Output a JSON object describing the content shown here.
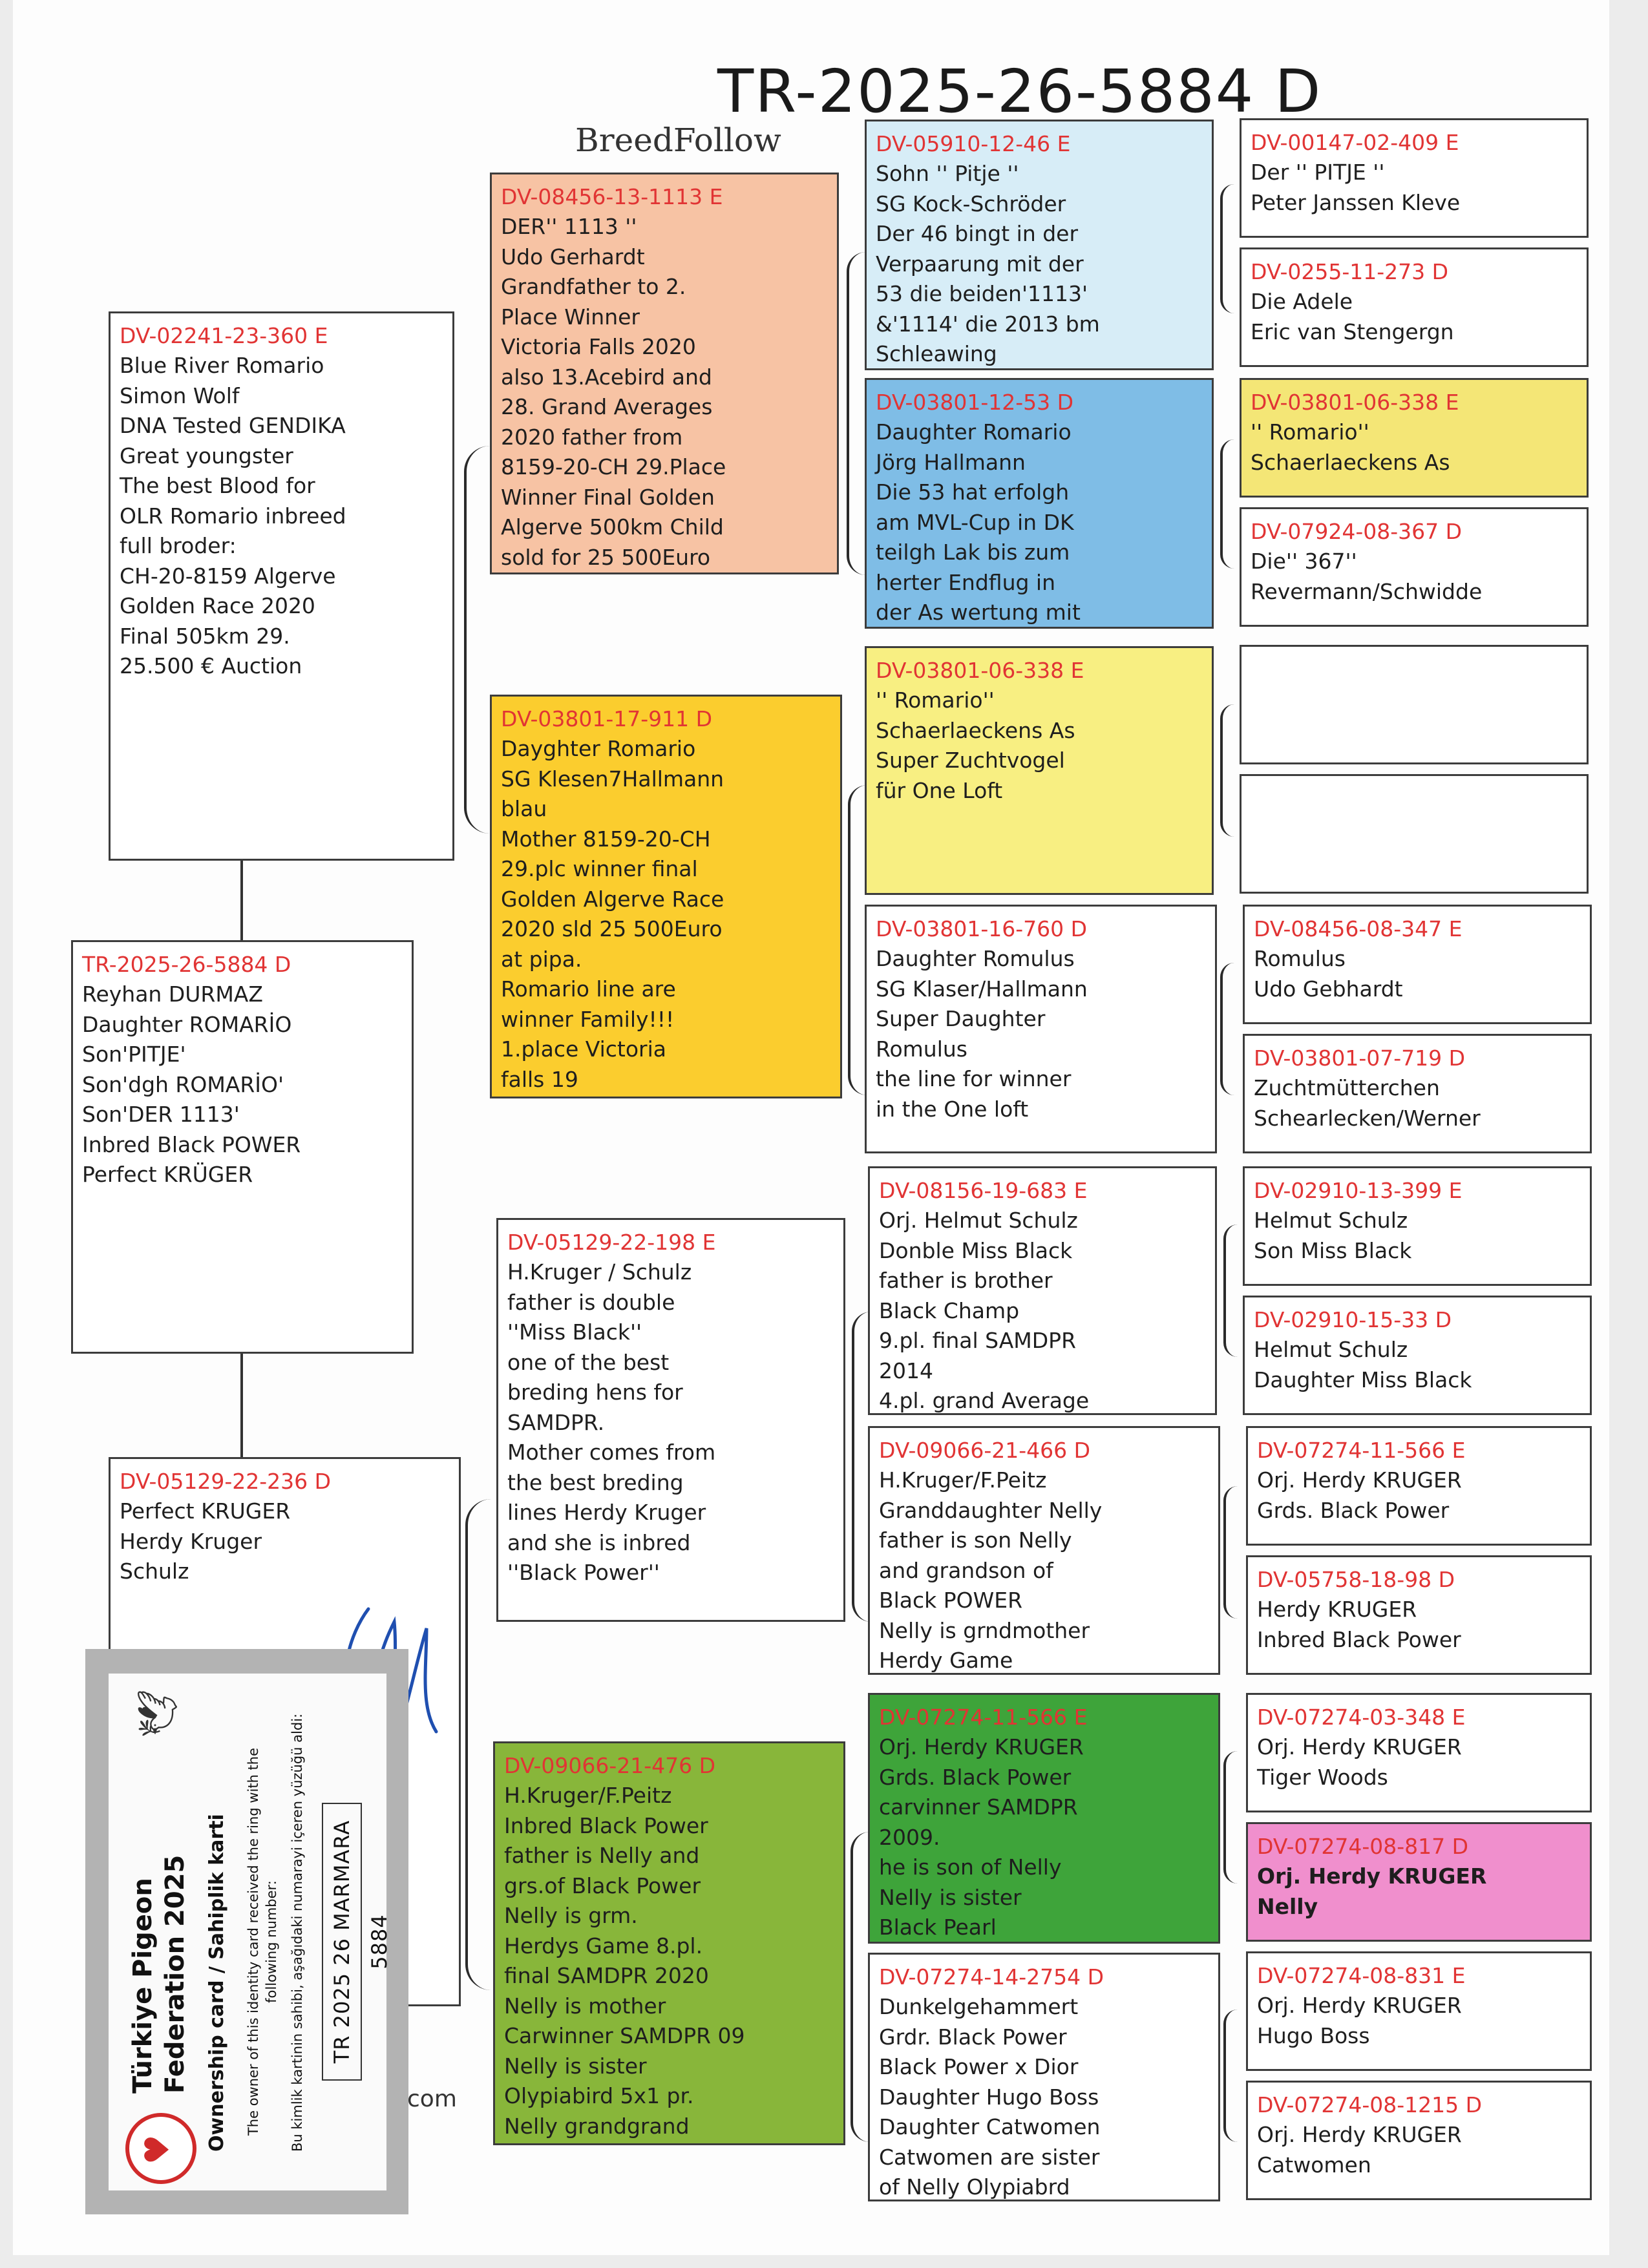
{
  "header": {
    "title": "TR-2025-26-5884 D",
    "brand": "BreedFollow"
  },
  "subject": {
    "ring": "TR-2025-26-5884 D",
    "lines": [
      "Reyhan DURMAZ",
      "Daughter ROMARİO",
      "Son'PITJE'",
      "Son'dgh ROMARİO'",
      "Son'DER 1113'",
      "Inbred Black POWER",
      "Perfect KRÜGER"
    ]
  },
  "sire": {
    "ring": "DV-02241-23-360 E",
    "lines": [
      "Blue River Romario",
      "Simon Wolf",
      "DNA Tested GENDIKA",
      "Great youngster",
      "The best Blood for",
      "OLR Romario inbreed",
      "full broder:",
      "CH-20-8159 Algerve",
      "Golden Race 2020",
      "Final 505km  29.",
      "25.500 € Auction"
    ]
  },
  "dam": {
    "ring": "DV-05129-22-236 D",
    "lines": [
      "Perfect KRUGER",
      "Herdy Kruger",
      "Schulz"
    ]
  },
  "gen2": {
    "ss": {
      "ring": "DV-08456-13-1113 E",
      "lines": [
        "DER'' 1113 ''",
        "Udo Gerhardt",
        "Grandfather to 2.",
        "Place Winner",
        "Victoria Falls 2020",
        "also 13.Acebird and",
        "28. Grand Averages",
        "2020 father from",
        "8159-20-CH 29.Place",
        "Winner Final Golden",
        "Algerve 500km Child",
        "sold for 25 500Euro"
      ]
    },
    "sd": {
      "ring": "DV-03801-17-911 D",
      "lines": [
        "Dayghter Romario",
        "SG Klesen7Hallmann",
        "blau",
        "Mother 8159-20-CH",
        "29.plc winner final",
        "Golden Algerve Race",
        "2020 sld 25 500Euro",
        "at pipa.",
        "Romario line are",
        "winner Family!!!",
        "1.place Victoria",
        "falls 19"
      ]
    },
    "ds": {
      "ring": "DV-05129-22-198 E",
      "lines": [
        "H.Kruger / Schulz",
        "father is double",
        "''Miss Black''",
        "one of the best",
        "breding hens for",
        "SAMDPR.",
        "Mother comes from",
        "the best breding",
        "lines Herdy Kruger",
        "and she is inbred",
        "''Black Power''"
      ]
    },
    "dd": {
      "ring": "DV-09066-21-476 D",
      "lines": [
        "H.Kruger/F.Peitz",
        "Inbred Black Power",
        "father is Nelly and",
        "grs.of Black Power",
        "Nelly is grm.",
        "Herdys Game 8.pl.",
        "final SAMDPR 2020",
        "Nelly is mother",
        "Carwinner SAMDPR 09",
        "Nelly is sister",
        "Olypiabird 5x1 pr.",
        "Nelly grandgrand"
      ]
    }
  },
  "gen3": [
    {
      "ring": "DV-05910-12-46 E",
      "lines": [
        "Sohn '' Pitje ''",
        "SG Kock-Schröder",
        "Der 46 bingt in der",
        "Verpaarung mit der",
        "53 die beiden'1113'",
        "&'1114' die 2013 bm",
        "Schleawing"
      ]
    },
    {
      "ring": "DV-03801-12-53 D",
      "lines": [
        "Daughter Romario",
        "Jörg Hallmann",
        "Die 53 hat erfolgh",
        "am MVL-Cup in DK",
        "teilgh Lak bis zum",
        "herter Endflug in",
        "der As wertung mit"
      ]
    },
    {
      "ring": "DV-03801-06-338 E",
      "lines": [
        "'' Romario''",
        "Schaerlaeckens As",
        "Super Zuchtvogel",
        "für One Loft"
      ]
    },
    {
      "ring": "DV-03801-16-760 D",
      "lines": [
        "Daughter Romulus",
        "SG Klaser/Hallmann",
        "Super Daughter",
        "Romulus",
        "the line for winner",
        "in the One loft"
      ]
    },
    {
      "ring": "DV-08156-19-683 E",
      "lines": [
        "Orj. Helmut Schulz",
        "Donble Miss Black",
        "father is brother",
        "Black Champ",
        "9.pl. final SAMDPR",
        "2014",
        "4.pl. grand Average"
      ]
    },
    {
      "ring": "DV-09066-21-466 D",
      "lines": [
        "H.Kruger/F.Peitz",
        "Granddaughter Nelly",
        "father is son Nelly",
        "and grandson of",
        "Black POWER",
        "Nelly is grndmother",
        "Herdy Game"
      ]
    },
    {
      "ring": "DV-07274-11-566 E",
      "lines": [
        "Orj. Herdy KRUGER",
        "Grds. Black Power",
        "carvinner SAMDPR",
        "2009.",
        "he is son of Nelly",
        "Nelly is sister",
        "Black Pearl"
      ]
    },
    {
      "ring": "DV-07274-14-2754 D",
      "lines": [
        "Dunkelgehammert",
        "Grdr. Black Power",
        "Black Power x Dior",
        "Daughter Hugo Boss",
        "Daughter Catwomen",
        "Catwomen are sister",
        "of Nelly Olypiabrd"
      ]
    }
  ],
  "gen4": [
    {
      "ring": "DV-00147-02-409 E",
      "lines": [
        "Der '' PITJE ''",
        "Peter Janssen Kleve"
      ]
    },
    {
      "ring": "DV-0255-11-273 D",
      "lines": [
        "Die Adele",
        "Eric van Stengergn"
      ]
    },
    {
      "ring": "DV-03801-06-338 E",
      "lines": [
        "'' Romario''",
        "Schaerlaeckens As"
      ]
    },
    {
      "ring": "DV-07924-08-367 D",
      "lines": [
        "Die'' 367''",
        "Revermann/Schwidde"
      ]
    },
    {
      "ring": "",
      "lines": []
    },
    {
      "ring": "",
      "lines": []
    },
    {
      "ring": "DV-08456-08-347 E",
      "lines": [
        "Romulus",
        "Udo Gebhardt"
      ]
    },
    {
      "ring": "DV-03801-07-719 D",
      "lines": [
        "Zuchtmütterchen",
        "Schearlecken/Werner"
      ]
    },
    {
      "ring": "DV-02910-13-399 E",
      "lines": [
        "Helmut Schulz",
        "Son Miss Black"
      ]
    },
    {
      "ring": "DV-02910-15-33 D",
      "lines": [
        "Helmut Schulz",
        "Daughter Miss Black"
      ]
    },
    {
      "ring": "DV-07274-11-566 E",
      "lines": [
        "Orj. Herdy KRUGER",
        "Grds. Black Power"
      ]
    },
    {
      "ring": "DV-05758-18-98 D",
      "lines": [
        "Herdy KRUGER",
        "Inbred Black Power"
      ]
    },
    {
      "ring": "DV-07274-03-348 E",
      "lines": [
        "Orj. Herdy KRUGER",
        "Tiger Woods"
      ]
    },
    {
      "ring": "DV-07274-08-817 D",
      "lines": [
        "Orj. Herdy KRUGER",
        "Nelly"
      ]
    },
    {
      "ring": "DV-07274-08-831 E",
      "lines": [
        "Orj. Herdy KRUGER",
        "Hugo Boss"
      ]
    },
    {
      "ring": "DV-07274-08-1215 D",
      "lines": [
        "Orj. Herdy KRUGER",
        "Catwomen"
      ]
    }
  ],
  "card": {
    "title_1": "Türkiye Pigeon",
    "title_2": "Federation 2025",
    "subtitle": "Ownership card / Sahiplik karti",
    "text_en": "The owner of this identity card received the ring with the following number:",
    "text_tr": "Bu kimlik kartinin sahibi, aşağıdaki numarayi içeren yüzüğü aldi:",
    "ring_number": "TR 2025 26 MARMARA 5884"
  },
  "footer_fragment": "com",
  "colors": {
    "ring_red": "#e13434",
    "peach": "#f7c3a4",
    "light_blue": "#d7edf7",
    "blue": "#7fbde6",
    "yellow": "#f4e676",
    "gold": "#fbcd2e",
    "light_green": "#88b63a",
    "green": "#3ea43a",
    "pink": "#f08fcd"
  }
}
